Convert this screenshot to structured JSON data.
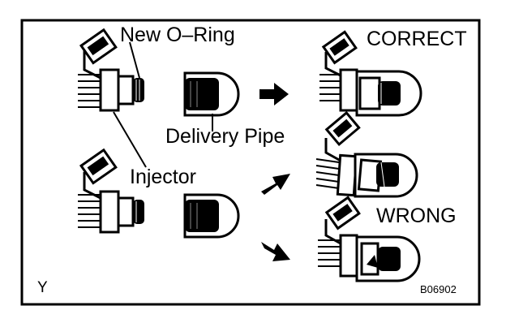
{
  "labels": {
    "new_oring": "New O–Ring",
    "correct": "CORRECT",
    "delivery_pipe": "Delivery Pipe",
    "injector": "Injector",
    "wrong": "WRONG",
    "corner_mark": "Y",
    "figure_code": "B06902"
  },
  "colors": {
    "ink": "#000000",
    "paper": "#ffffff"
  }
}
